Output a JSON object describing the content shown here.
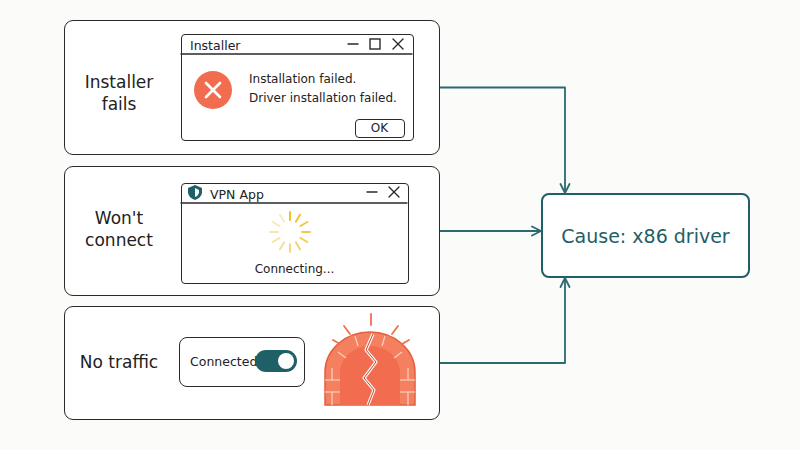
{
  "diagram": {
    "nodes": [
      {
        "text": [
          "Installer fails"
        ]
      },
      {
        "text": [
          "Installer",
          "Installation failed.",
          "Driver installation failed."
        ],
        "in": 0
      },
      {
        "text": [
          "OK"
        ],
        "in": 1
      },
      {
        "text": [
          "Won't connect"
        ]
      },
      {
        "text": [
          "VPN App",
          "Connecting..."
        ],
        "in": 3
      },
      {
        "text": [
          "No traffic"
        ]
      },
      {
        "text": [
          "Connected"
        ],
        "in": 5
      },
      {
        "text": [
          "Cause: x86 driver"
        ]
      }
    ],
    "edges": [
      {
        "from": 0,
        "to": 7,
        "arrow": "to"
      },
      {
        "from": 3,
        "to": 7,
        "arrow": "to"
      },
      {
        "from": 5,
        "to": 7,
        "arrow": "to"
      }
    ]
  }
}
